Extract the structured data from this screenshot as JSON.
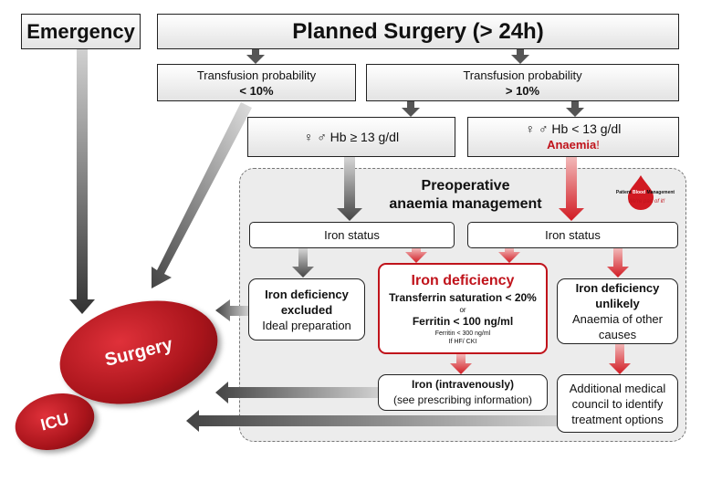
{
  "emergency": "Emergency",
  "planned": "Planned Surgery (> 24h)",
  "prob_low": {
    "line1": "Transfusion probability",
    "line2": "< 10%"
  },
  "prob_high": {
    "line1": "Transfusion probability",
    "line2": "> 10%"
  },
  "hb_high": "♀ ♂ Hb ≥ 13 g/dl",
  "hb_low": {
    "line1": "♀ ♂ Hb < 13 g/dl",
    "anaemia": "Anaemia",
    "excl": "!"
  },
  "panel_title": {
    "line1": "Preoperative",
    "line2": "anaemia management"
  },
  "logo": {
    "text_a": "Patient",
    "text_b": "Blood",
    "text_c": "Management",
    "tagline": "We're part of it!"
  },
  "iron_status_left": "Iron status",
  "iron_status_right": "Iron status",
  "excluded": {
    "line1": "Iron deficiency",
    "line2": "excluded",
    "line3": "Ideal preparation"
  },
  "deficiency": {
    "title": "Iron deficiency",
    "tsat": "Transferrin saturation < 20%",
    "or": "or",
    "ferritin": "Ferritin < 100 ng/ml",
    "note1": "Ferritin < 300 ng/ml",
    "note2": "If HF/ CKI"
  },
  "unlikely": {
    "line1": "Iron deficiency",
    "line2": "unlikely",
    "line3": "Anaemia of other",
    "line4": "causes"
  },
  "iv": {
    "line1": "Iron (intravenously)",
    "line2": "(see prescribing information)"
  },
  "council": {
    "line1": "Additional medical",
    "line2": "council to identify",
    "line3": "treatment options"
  },
  "surgery": "Surgery",
  "icu": "ICU",
  "colors": {
    "accent_red": "#c0131b",
    "arrow_gray": "#555555"
  }
}
